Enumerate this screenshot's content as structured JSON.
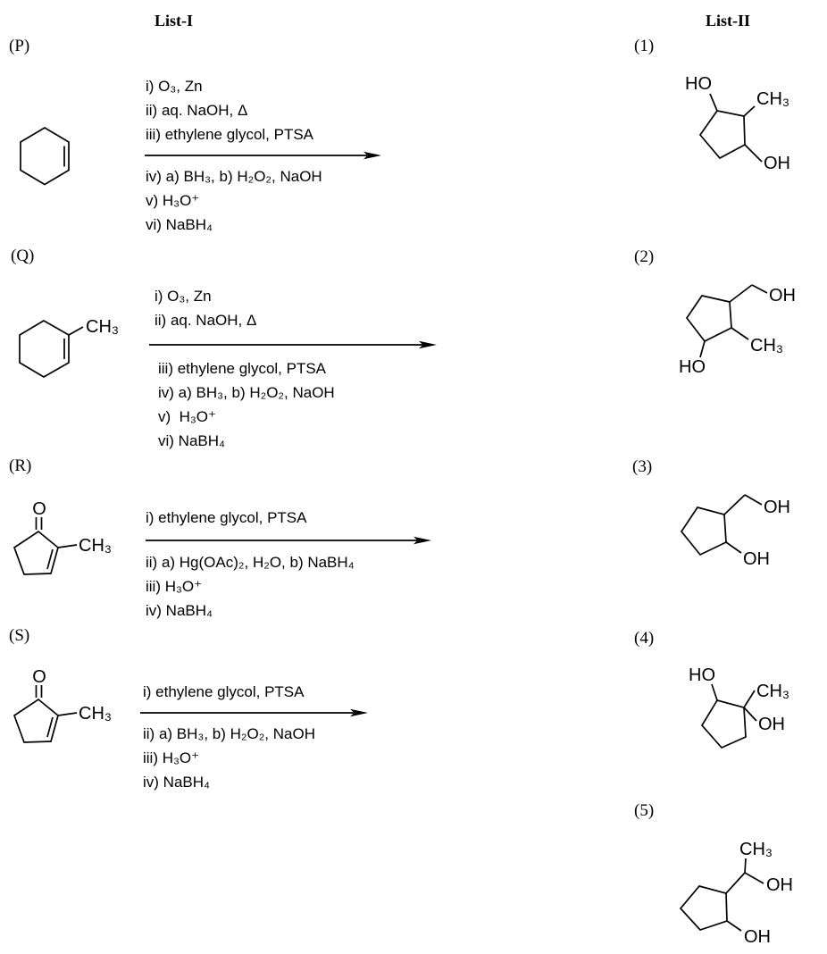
{
  "page": {
    "list1_title": "List-I",
    "list2_title": "List-II"
  },
  "atoms": {
    "O": "O",
    "OH": "OH",
    "HO": "HO",
    "CH3": "CH₃"
  },
  "list1": [
    {
      "label": "(P)",
      "molecule": "cyclohexene",
      "reagents_above": [
        "i) O₃, Zn",
        "ii) aq. NaOH, Δ",
        "iii) ethylene glycol, PTSA"
      ],
      "reagents_below": [
        "iv) a) BH₃, b) H₂O₂, NaOH",
        "v) H₃O⁺",
        "vi) NaBH₄"
      ]
    },
    {
      "label": "(Q)",
      "molecule": "1-methylcyclohexene",
      "reagents_above": [
        "i) O₃, Zn",
        "ii) aq. NaOH, Δ"
      ],
      "reagents_below": [
        "iii) ethylene glycol, PTSA",
        "iv) a) BH₃, b) H₂O₂, NaOH",
        "v)  H₃O⁺",
        "vi) NaBH₄"
      ]
    },
    {
      "label": "(R)",
      "molecule": "2-methylcyclopent-2-en-1-one",
      "reagents_above": [
        "i) ethylene glycol, PTSA"
      ],
      "reagents_below": [
        "ii) a) Hg(OAc)₂, H₂O, b) NaBH₄",
        "iii) H₃O⁺",
        "iv) NaBH₄"
      ]
    },
    {
      "label": "(S)",
      "molecule": "2-methylcyclopent-2-en-1-one",
      "reagents_above": [
        "i) ethylene glycol, PTSA"
      ],
      "reagents_below": [
        "ii) a) BH₃, b) H₂O₂, NaOH",
        "iii) H₃O⁺",
        "iv) NaBH₄"
      ]
    }
  ],
  "list2": [
    {
      "label": "(1)",
      "molecule": "2-methylcyclopentane-1,3-diol"
    },
    {
      "label": "(2)",
      "molecule": "3-(hydroxymethyl)-2-methylcyclopentan-1-ol"
    },
    {
      "label": "(3)",
      "molecule": "2-(hydroxymethyl)cyclopentan-1-ol"
    },
    {
      "label": "(4)",
      "molecule": "1-methylcyclopentane-1,2-diol"
    },
    {
      "label": "(5)",
      "molecule": "2-(1-hydroxyethyl)cyclopentan-1-ol"
    }
  ]
}
